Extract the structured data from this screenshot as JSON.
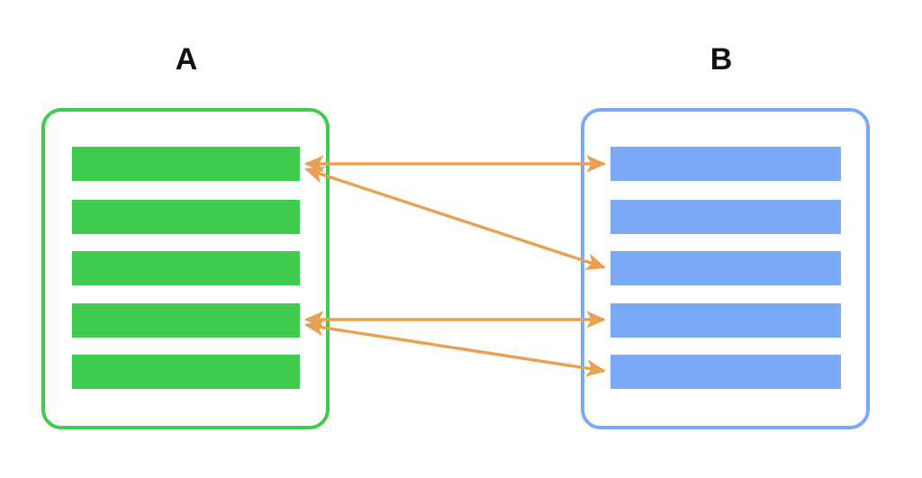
{
  "diagram": {
    "type": "two-panel-mapping-diagram",
    "background_color": "#ffffff",
    "groups": [
      {
        "id": "A",
        "label": "A",
        "accent_color": "#3fcc4e",
        "item_color": "#3fcc4e",
        "item_count": 5,
        "items": [
          {
            "index": 1,
            "name": "a-row-1"
          },
          {
            "index": 2,
            "name": "a-row-2"
          },
          {
            "index": 3,
            "name": "a-row-3"
          },
          {
            "index": 4,
            "name": "a-row-4"
          },
          {
            "index": 5,
            "name": "a-row-5"
          }
        ]
      },
      {
        "id": "B",
        "label": "B",
        "accent_color": "#7aa9f7",
        "item_color": "#7aa9f7",
        "item_count": 5,
        "items": [
          {
            "index": 1,
            "name": "b-row-1"
          },
          {
            "index": 2,
            "name": "b-row-2"
          },
          {
            "index": 3,
            "name": "b-row-3"
          },
          {
            "index": 4,
            "name": "b-row-4"
          },
          {
            "index": 5,
            "name": "b-row-5"
          }
        ]
      }
    ],
    "connector_color": "#e8a152",
    "connectors": [
      {
        "id": "c1",
        "from": "A1",
        "to": "B1",
        "direction": "bidirectional",
        "shape": "straight"
      },
      {
        "id": "c2",
        "from": "A1",
        "to": "B3",
        "direction": "bidirectional",
        "shape": "diagonal"
      },
      {
        "id": "c3",
        "from": "A4",
        "to": "B4",
        "direction": "bidirectional",
        "shape": "straight"
      },
      {
        "id": "c4",
        "from": "A4",
        "to": "B5",
        "direction": "bidirectional",
        "shape": "diagonal"
      }
    ]
  }
}
